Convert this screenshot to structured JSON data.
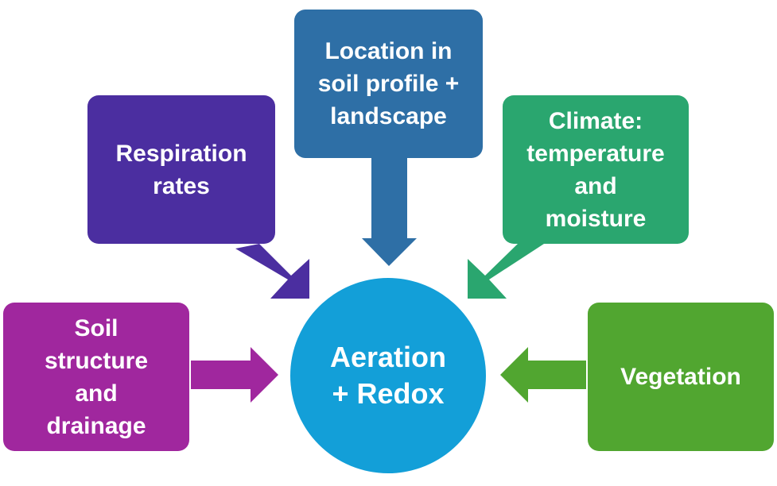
{
  "center": {
    "label": "Aeration\n+ Redox",
    "color": "#139fd8"
  },
  "factors": [
    {
      "id": "location",
      "label": "Location in\nsoil profile +\nlandscape",
      "color": "#2e6fa6"
    },
    {
      "id": "respiration",
      "label": "Respiration\nrates",
      "color": "#4b2ea0"
    },
    {
      "id": "climate",
      "label": "Climate:\ntemperature\nand\nmoisture",
      "color": "#2aa66f"
    },
    {
      "id": "soil",
      "label": "Soil\nstructure\nand\ndrainage",
      "color": "#a0279e"
    },
    {
      "id": "vegetation",
      "label": "Vegetation",
      "color": "#51a630"
    }
  ]
}
